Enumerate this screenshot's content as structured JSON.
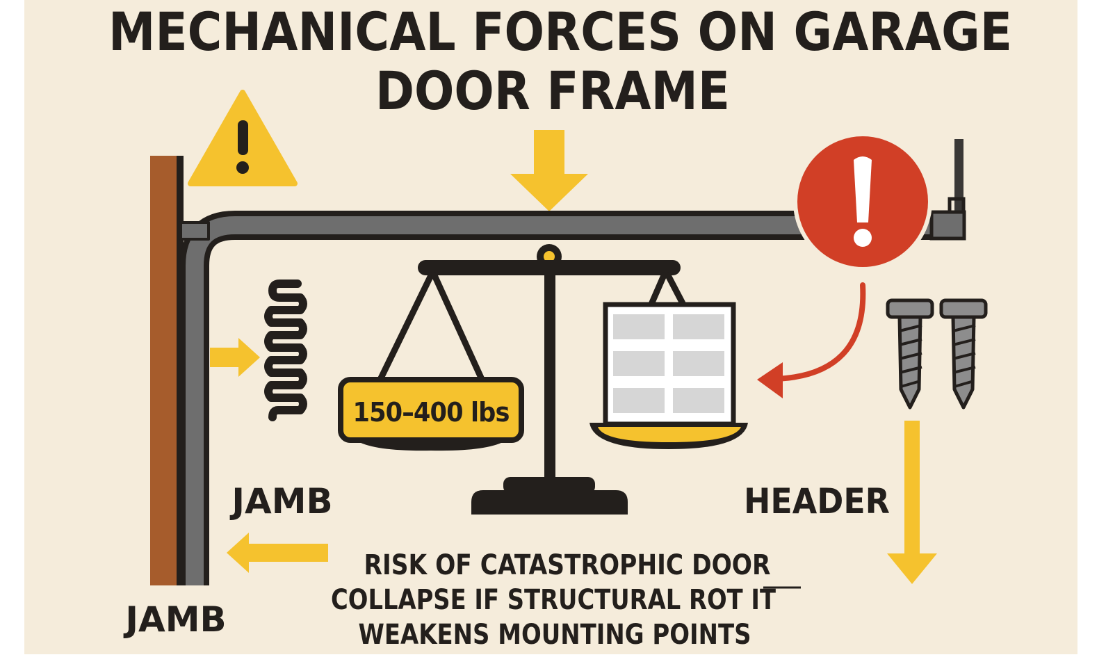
{
  "title": {
    "line1": "MECHANICAL FORCES ON GARAGE",
    "line2": "DOOR FRAME"
  },
  "labels": {
    "weight": "150–400 lbs",
    "jamb_upper": "JAMB",
    "jamb_lower": "JAMB",
    "header": "HEADER"
  },
  "warning": {
    "line1": "RISK OF CATASTROPHIC DOOR",
    "line2": "COLLAPSE IF STRUCTURAL ROT IT",
    "line3": "WEAKENS MOUNTING POINTS"
  },
  "icons": {
    "caution": "warning-triangle-icon",
    "alert": "exclamation-circle-icon",
    "spring": "torsion-spring-icon",
    "scale": "balance-scale-icon",
    "door": "garage-door-panel-icon",
    "screws": "lag-screw-icon"
  },
  "colors": {
    "background": "#f5ecdb",
    "ink": "#231f1c",
    "accent_yellow": "#f5c22e",
    "alert_red": "#d13f26",
    "wood_brown": "#a65c2c",
    "track_gray": "#6e6e6e"
  }
}
